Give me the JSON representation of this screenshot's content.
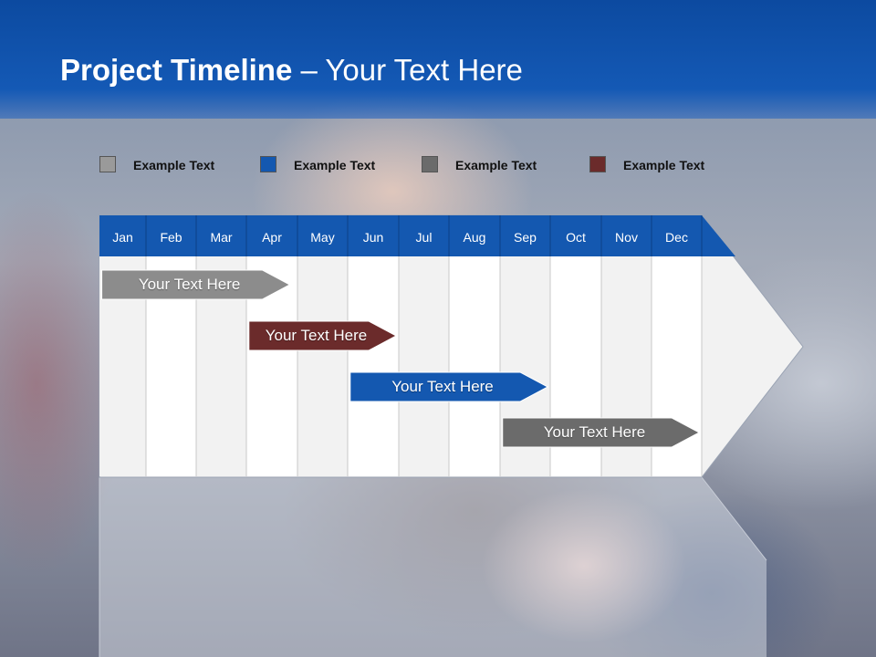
{
  "slide": {
    "title_bold": "Project Timeline",
    "title_rest": " – Your Text Here"
  },
  "legend": [
    {
      "label": "Example Text",
      "color": "#9a9a9a"
    },
    {
      "label": "Example Text",
      "color": "#1458b0"
    },
    {
      "label": "Example Text",
      "color": "#6b6b6b"
    },
    {
      "label": "Example Text",
      "color": "#6b2b2b"
    }
  ],
  "timeline": {
    "months": [
      "Jan",
      "Feb",
      "Mar",
      "Apr",
      "May",
      "Jun",
      "Jul",
      "Aug",
      "Sep",
      "Oct",
      "Nov",
      "Dec"
    ],
    "tasks": [
      {
        "label": "Your  Text Here",
        "start_month": 1.05,
        "end_month": 4.85,
        "color": "#8c8c8c"
      },
      {
        "label": "Your  Text Here",
        "start_month": 4.05,
        "end_month": 6.95,
        "color": "#6b2b2b"
      },
      {
        "label": "Your  Text Here",
        "start_month": 6.05,
        "end_month": 9.95,
        "color": "#1458b0"
      },
      {
        "label": "Your  Text Here",
        "start_month": 9.05,
        "end_month": 12.95,
        "color": "#6b6b6b"
      }
    ],
    "header_color": "#1458b0"
  }
}
